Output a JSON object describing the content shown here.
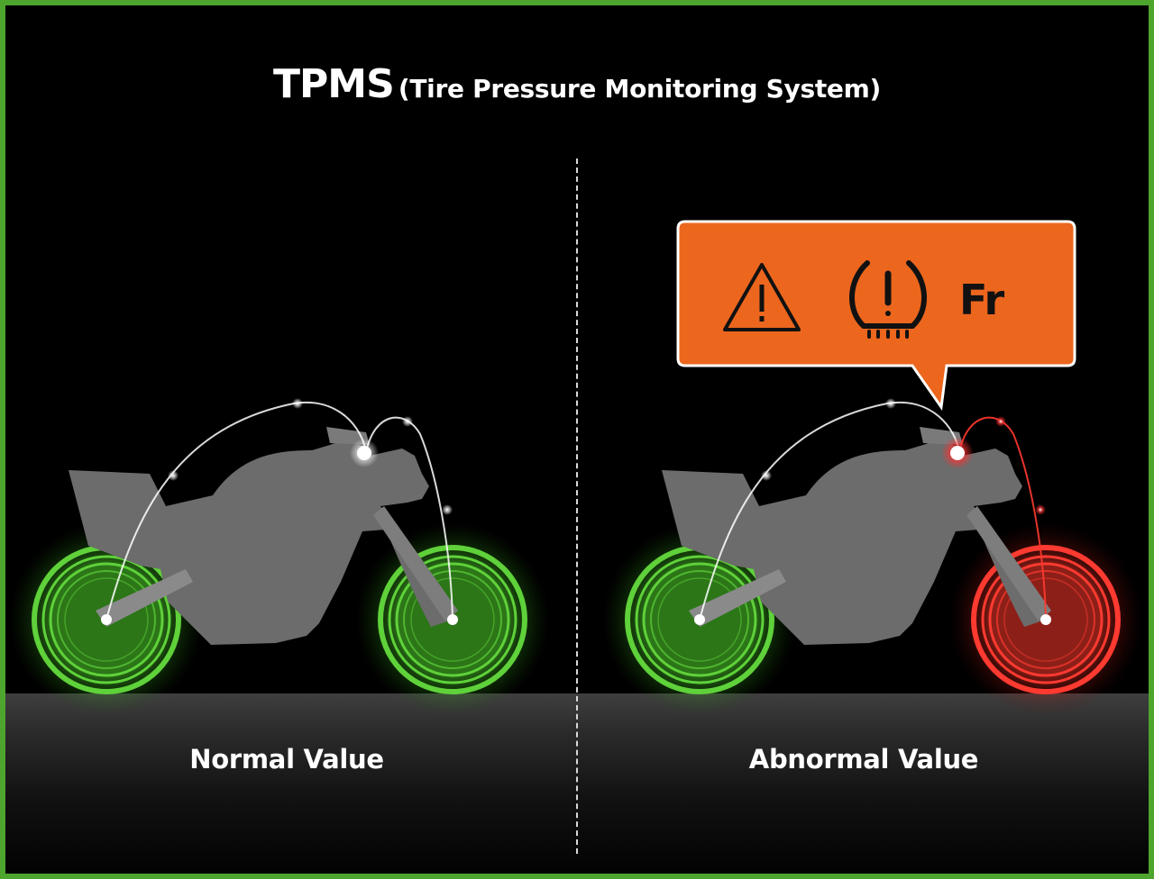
{
  "header": {
    "title_main": "TPMS",
    "title_sub": "(Tire Pressure Monitoring System)"
  },
  "panels": [
    {
      "label": "Normal Value",
      "front_tire_status": "normal",
      "rear_tire_status": "normal"
    },
    {
      "label": "Abnormal Value",
      "front_tire_status": "abnormal",
      "rear_tire_status": "normal"
    }
  ],
  "warning": {
    "icons": [
      "warning-triangle-icon",
      "tpms-tire-pressure-icon"
    ],
    "position_text": "Fr"
  },
  "colors": {
    "frame": "#4ea52e",
    "normal_tire": "#5fd13a",
    "abnormal_tire": "#ff3a30",
    "warning_bubble": "#ec661e",
    "bike_body": "#6b6b6b"
  }
}
